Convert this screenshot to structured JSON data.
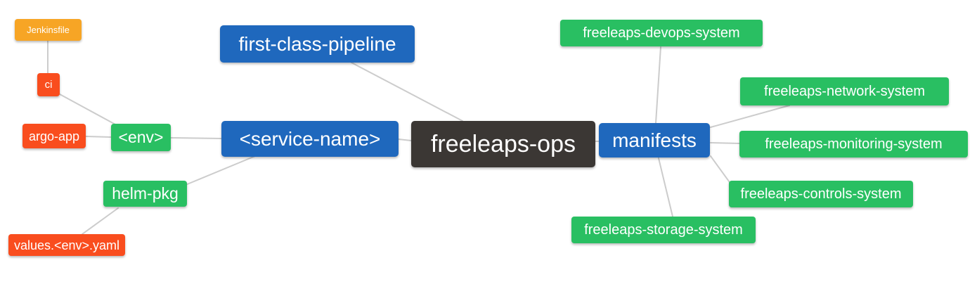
{
  "colors": {
    "blue": "#1F68BD",
    "green": "#29BF62",
    "red": "#F94D1E",
    "orange": "#F7A525",
    "dark": "#3B3734",
    "edge": "#CCCCCC",
    "node_text": "#FFFFFF",
    "background": "#FFFFFF"
  },
  "nodes": {
    "jenkinsfile": {
      "label": "Jenkinsfile",
      "color": "orange"
    },
    "ci": {
      "label": "ci",
      "color": "red"
    },
    "argo_app": {
      "label": "argo-app",
      "color": "red"
    },
    "env": {
      "label": "<env>",
      "color": "green"
    },
    "helm_pkg": {
      "label": "helm-pkg",
      "color": "green"
    },
    "values_env_yaml": {
      "label": "values.<env>.yaml",
      "color": "red"
    },
    "first_class_pipeline": {
      "label": "first-class-pipeline",
      "color": "blue"
    },
    "service_name": {
      "label": "<service-name>",
      "color": "blue"
    },
    "freeleaps_ops": {
      "label": "freeleaps-ops",
      "color": "dark"
    },
    "manifests": {
      "label": "manifests",
      "color": "blue"
    },
    "devops_system": {
      "label": "freeleaps-devops-system",
      "color": "green"
    },
    "network_system": {
      "label": "freeleaps-network-system",
      "color": "green"
    },
    "monitoring_system": {
      "label": "freeleaps-monitoring-system",
      "color": "green"
    },
    "controls_system": {
      "label": "freeleaps-controls-system",
      "color": "green"
    },
    "storage_system": {
      "label": "freeleaps-storage-system",
      "color": "green"
    }
  },
  "edges": [
    {
      "from": "jenkinsfile",
      "to": "ci"
    },
    {
      "from": "ci",
      "to": "env"
    },
    {
      "from": "argo_app",
      "to": "env"
    },
    {
      "from": "env",
      "to": "service_name"
    },
    {
      "from": "helm_pkg",
      "to": "service_name"
    },
    {
      "from": "values_env_yaml",
      "to": "helm_pkg"
    },
    {
      "from": "first_class_pipeline",
      "to": "freeleaps_ops"
    },
    {
      "from": "service_name",
      "to": "freeleaps_ops"
    },
    {
      "from": "freeleaps_ops",
      "to": "manifests"
    },
    {
      "from": "manifests",
      "to": "devops_system"
    },
    {
      "from": "manifests",
      "to": "network_system"
    },
    {
      "from": "manifests",
      "to": "monitoring_system"
    },
    {
      "from": "manifests",
      "to": "controls_system"
    },
    {
      "from": "manifests",
      "to": "storage_system"
    }
  ]
}
